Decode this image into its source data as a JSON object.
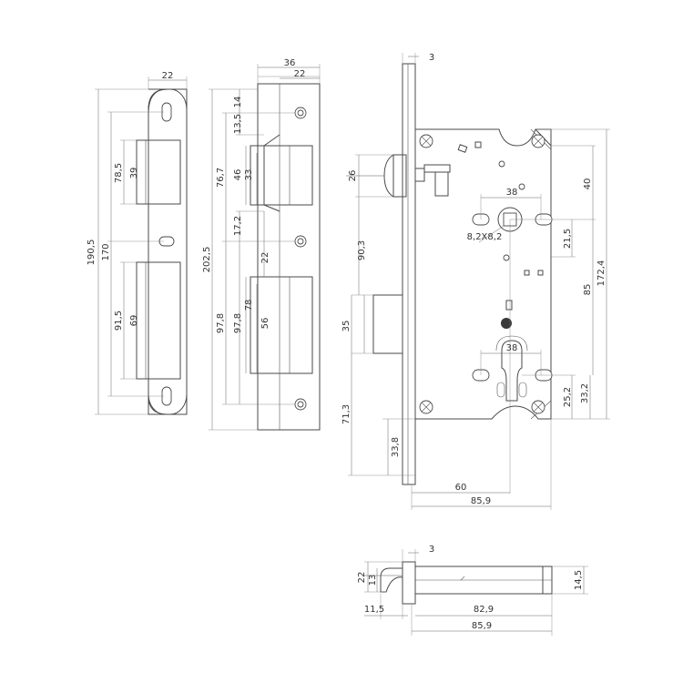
{
  "dimensions": {
    "strike1": {
      "width": "22",
      "total_height": "190,5",
      "hole_spacing": "170",
      "upper_opening": "78,5",
      "upper_opening_inner": "39",
      "lower_opening": "91,5",
      "lower_opening_inner": "69"
    },
    "strike2": {
      "total_width": "36",
      "width": "22",
      "total_height": "202,5",
      "top_hole": "14",
      "top_edge": "13,5",
      "top_section": "76,7",
      "upper_opening": "46",
      "upper_opening_inner": "33",
      "mid_gap": "17,2",
      "mid_gap_inner": "22",
      "lower_height": "97,8",
      "lower_height_b": "97,8",
      "lower_opening": "78",
      "lower_opening_inner": "56"
    },
    "lock_front": {
      "faceplate_thickness": "3",
      "latch_height": "26",
      "latch_to_deadbolt": "90,3",
      "deadbolt_height": "35",
      "bottom_offset": "71,3",
      "bottom_small": "33,8",
      "spindle_spacing": "38",
      "spindle_size": "8,2X8,2",
      "cylinder_spacing": "38",
      "right_top": "40",
      "right_spindle": "21,5",
      "right_centers": "85",
      "right_total": "172,4",
      "right_cyl": "25,2",
      "right_cyl_bottom": "33,2",
      "backset": "60",
      "body_width": "85,9"
    },
    "lock_bottom": {
      "faceplate_thickness": "3",
      "latch_width": "22",
      "latch_inner": "13",
      "latch_throw": "11,5",
      "body_depth": "82,9",
      "total_width": "85,9",
      "thickness": "14,5"
    }
  }
}
